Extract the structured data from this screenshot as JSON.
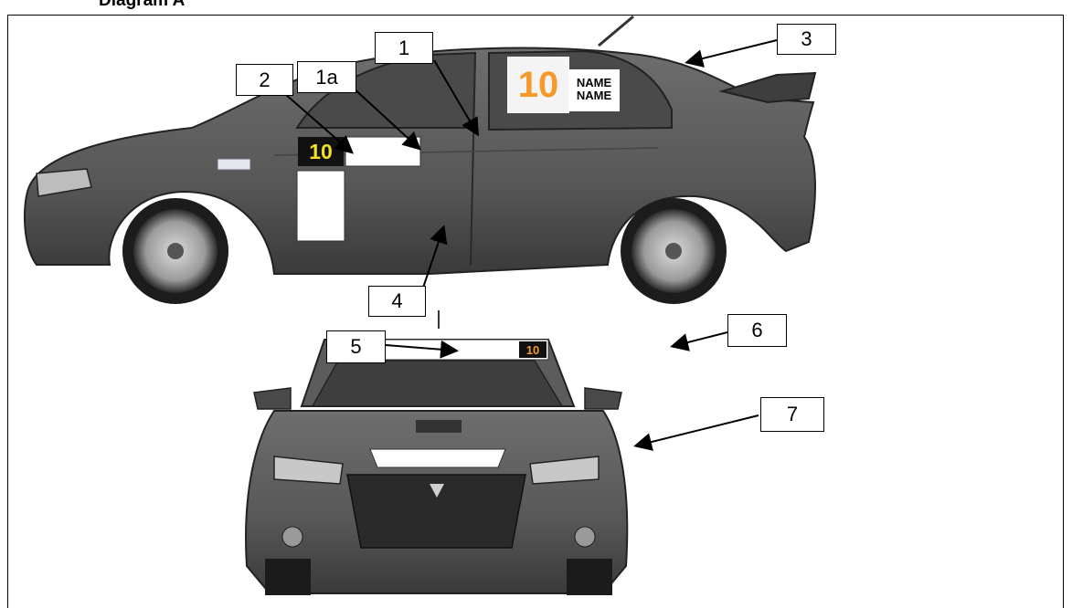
{
  "title": "Diagram A",
  "callouts": [
    "1",
    "1a",
    "2",
    "3",
    "4",
    "5",
    "6",
    "7"
  ],
  "car_number": "10",
  "name_panel": [
    "NAME",
    "NAME"
  ],
  "colors": {
    "car_body": "#5a5a5a",
    "number_orange": "#f59a2a",
    "number_yellow": "#f3e021",
    "number_black_bg": "#111111"
  }
}
